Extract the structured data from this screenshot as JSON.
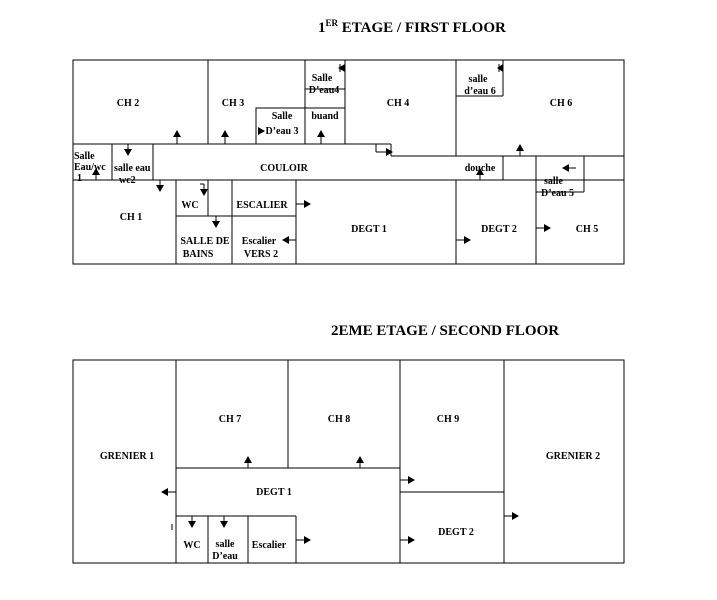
{
  "floor1": {
    "title_sup": "ER",
    "title_num": "1",
    "title_rest": " ETAGE / FIRST FLOOR",
    "rooms": {
      "ch2": "CH 2",
      "ch3": "CH 3",
      "ch4": "CH 4",
      "ch6": "CH 6",
      "salle_deau4": [
        "Salle",
        "D’eau4"
      ],
      "salle_deau3": [
        "Salle",
        "D’eau 3"
      ],
      "buand": "buand",
      "salle_deau6": [
        "salle",
        "d’eau 6"
      ],
      "salle_eau_wc1": [
        "Salle",
        "Eau/wc",
        "1"
      ],
      "salle_eau_wc2": [
        "salle eau",
        "wc2"
      ],
      "couloir": "COULOIR",
      "douche": "douche",
      "salle_deau5": [
        "salle",
        "D’eau 5"
      ],
      "ch1": "CH 1",
      "wc": "WC",
      "escalier": "ESCALIER",
      "salle_de_bains": [
        "SALLE DE",
        "BAINS"
      ],
      "escalier_vers2": [
        "Escalier",
        "VERS 2"
      ],
      "degt1": "DEGT 1",
      "degt2": "DEGT 2",
      "ch5": "CH 5"
    }
  },
  "floor2": {
    "title": "2EME ETAGE / SECOND FLOOR",
    "rooms": {
      "grenier1": "GRENIER 1",
      "ch7": "CH 7",
      "ch8": "CH 8",
      "ch9": "CH 9",
      "grenier2": "GRENIER 2",
      "degt1": "DEGT 1",
      "degt2": "DEGT 2",
      "wc": "WC",
      "salle_deau": [
        "salle",
        "D’eau"
      ],
      "escalier": "Escalier"
    }
  }
}
